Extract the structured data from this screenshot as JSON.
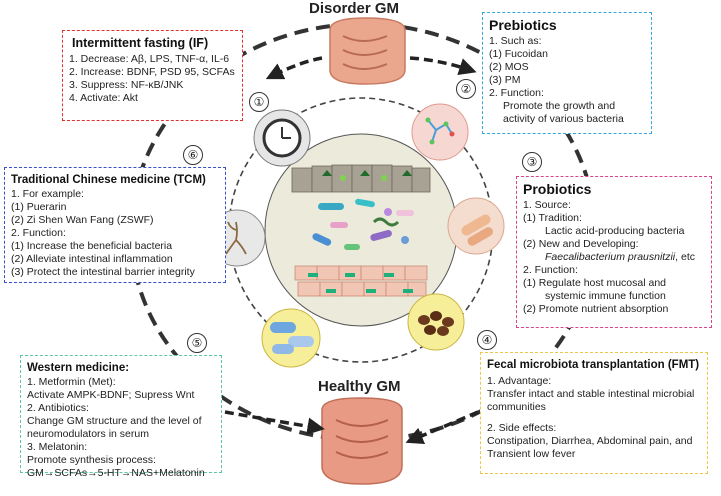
{
  "title_top": "Disorder GM",
  "title_bottom": "Healthy GM",
  "numbers": [
    "①",
    "②",
    "③",
    "④",
    "⑤",
    "⑥"
  ],
  "colors": {
    "if_border": "#e0312f",
    "prebiotics_border": "#34a8d8",
    "probiotics_border": "#d9458a",
    "fmt_border": "#f0c64a",
    "western_border": "#5fc4a8",
    "tcm_border": "#3a4fc8",
    "intestine": "#e8a08a"
  },
  "intermittent_fasting": {
    "title": "Intermittent fasting (IF)",
    "lines": [
      "1. Decrease: Aβ, LPS, TNF-α, IL-6",
      "2. Increase: BDNF, PSD 95, SCFAs",
      "3. Suppress: NF-κB/JNK",
      "4. Activate: Akt"
    ]
  },
  "prebiotics": {
    "title": "Prebiotics",
    "lines": [
      "1. Such as:",
      "(1) Fucoidan",
      "(2) MOS",
      "(3) PM",
      "2. Function:"
    ],
    "function_lines": [
      "Promote the growth and",
      "activity of various bacteria"
    ]
  },
  "probiotics": {
    "title": "Probiotics",
    "l1": "1. Source:",
    "l2": "(1) Tradition:",
    "l3": "Lactic acid-producing bacteria",
    "l4": "(2) New and Developing:",
    "l5_italic": "Faecalibacterium prausnitzii",
    "l5_rest": ", etc",
    "l6": "2. Function:",
    "l7": "(1) Regulate host mucosal and",
    "l8": "systemic immune function",
    "l9": "(2) Promote nutrient absorption"
  },
  "fmt": {
    "title": "Fecal microbiota transplantation (FMT)",
    "l1": "1. Advantage:",
    "l2": "Transfer intact and stable intestinal microbial",
    "l3": "communities",
    "l4": "2. Side effects:",
    "l5": "Constipation, Diarrhea, Abdominal pain, and",
    "l6": "Transient low fever"
  },
  "western": {
    "title": "Western medicine:",
    "lines": [
      "1. Metformin (Met):",
      "Activate AMPK-BDNF; Supress Wnt",
      "2. Antibiotics:",
      "Change GM structure and the level of",
      "neuromodulators in serum",
      "3. Melatonin:",
      "Promote synthesis process:",
      "GM→SCFAs→5-HT→NAS+Melatonin"
    ]
  },
  "tcm": {
    "title": "Traditional Chinese medicine (TCM)",
    "lines": [
      "1. For example:",
      "(1) Puerarin",
      "(2) Zi Shen Wan Fang (ZSWF)",
      "2. Function:",
      "(1) Increase the beneficial bacteria",
      "(2) Alleviate intestinal inflammation",
      "(3) Protect the intestinal barrier integrity"
    ]
  }
}
